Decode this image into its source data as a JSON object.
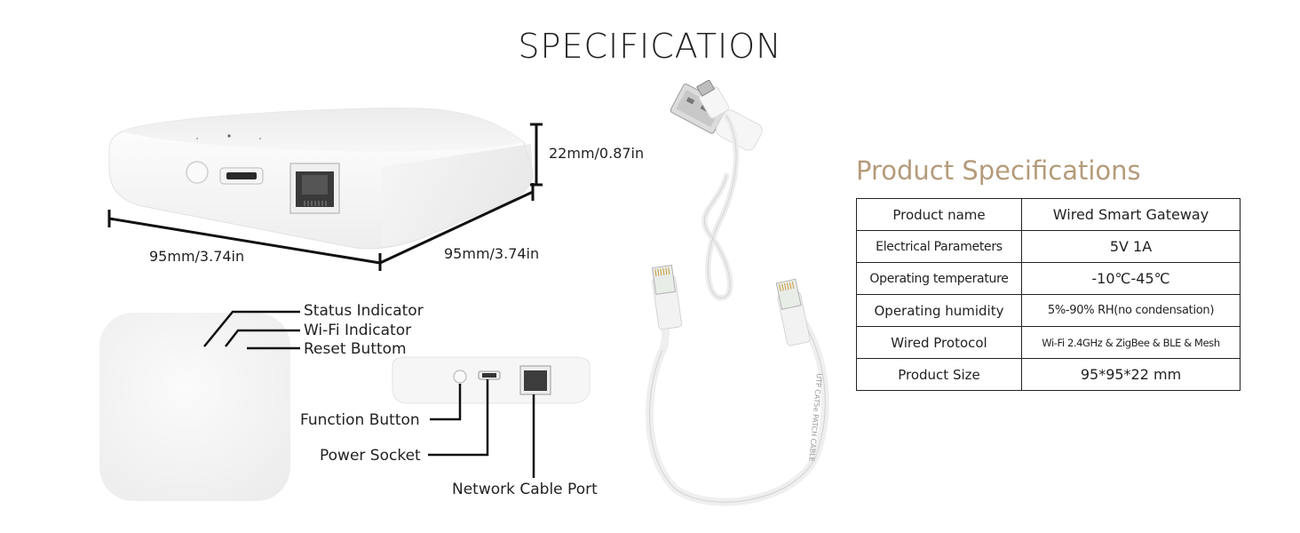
{
  "title": "SPECIFICATION",
  "dimensions": {
    "height": "22mm/0.87in",
    "width_left": "95mm/3.74in",
    "width_right": "95mm/3.74in"
  },
  "top_labels": {
    "status": "Status Indicator",
    "wifi": "Wi-Fi Indicator",
    "reset": "Reset Buttom"
  },
  "front_labels": {
    "function": "Function Button",
    "power": "Power Socket",
    "network": "Network Cable Port"
  },
  "cable_print": "UTP CAT5e PATCH CABLE",
  "specs": {
    "heading": "Product Specifications",
    "rows": [
      {
        "key": "Product name",
        "value": "Wired Smart Gateway"
      },
      {
        "key": "Electrical Parameters",
        "value": "5V 1A"
      },
      {
        "key": "Operating temperature",
        "value": "-10℃-45℃"
      },
      {
        "key": "Operating humidity",
        "value": "5%-90% RH(no condensation)"
      },
      {
        "key": "Wired Protocol",
        "value": "Wi-Fi 2.4GHz & ZigBee & BLE & Mesh"
      },
      {
        "key": "Product Size",
        "value": "95*95*22 mm"
      }
    ]
  },
  "colors": {
    "heading_accent": "#b59b7a",
    "device_body": "#f4f4f4",
    "text": "#222222"
  }
}
